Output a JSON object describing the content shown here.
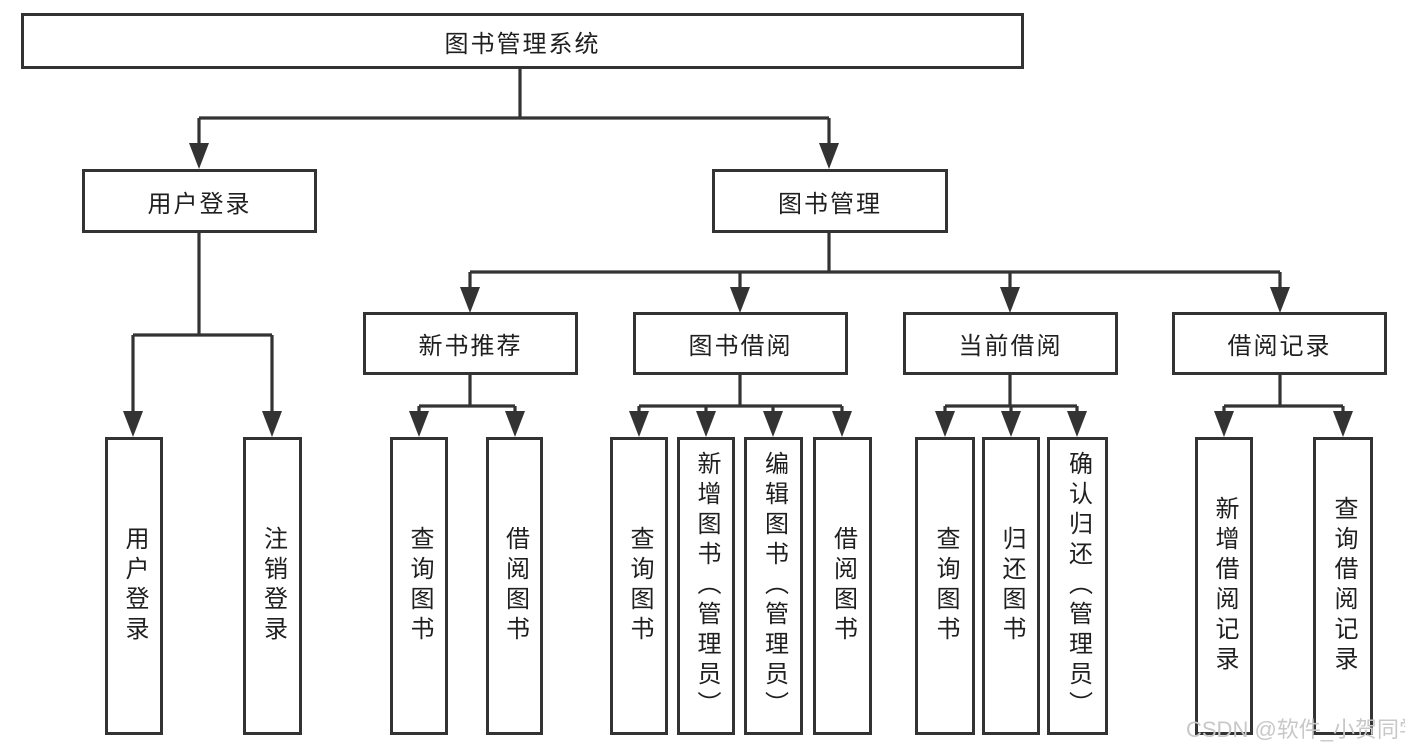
{
  "diagram": {
    "colors": {
      "line": "#333333",
      "text": "#1f1f1f",
      "background": "#ffffff",
      "watermark": "#c8c8c8"
    },
    "root": {
      "label": "图书管理系统"
    },
    "branches": {
      "user_login": {
        "label": "用户登录",
        "children": {
          "login": {
            "label": "用户登录"
          },
          "logout": {
            "label": "注销登录"
          }
        }
      },
      "book_management": {
        "label": "图书管理",
        "children": {
          "new_book_recommendation": {
            "label": "新书推荐",
            "children": {
              "query_books": {
                "label": "查询图书"
              },
              "borrow_books": {
                "label": "借阅图书"
              }
            }
          },
          "book_borrowing": {
            "label": "图书借阅",
            "children": {
              "query_books": {
                "label": "查询图书"
              },
              "add_books_admin": {
                "label": "新增图书（管理员）"
              },
              "edit_books_admin": {
                "label": "编辑图书（管理员）"
              },
              "borrow_books": {
                "label": "借阅图书"
              }
            }
          },
          "current_borrowing": {
            "label": "当前借阅",
            "children": {
              "query_books": {
                "label": "查询图书"
              },
              "return_books": {
                "label": "归还图书"
              },
              "confirm_return_admin": {
                "label": "确认归还（管理员）"
              }
            }
          },
          "borrowing_records": {
            "label": "借阅记录",
            "children": {
              "add_borrow_record": {
                "label": "新增借阅记录"
              },
              "query_borrow_record": {
                "label": "查询借阅记录"
              }
            }
          }
        }
      }
    }
  },
  "watermark": {
    "text": "CSDN @软件_小贺同学"
  }
}
